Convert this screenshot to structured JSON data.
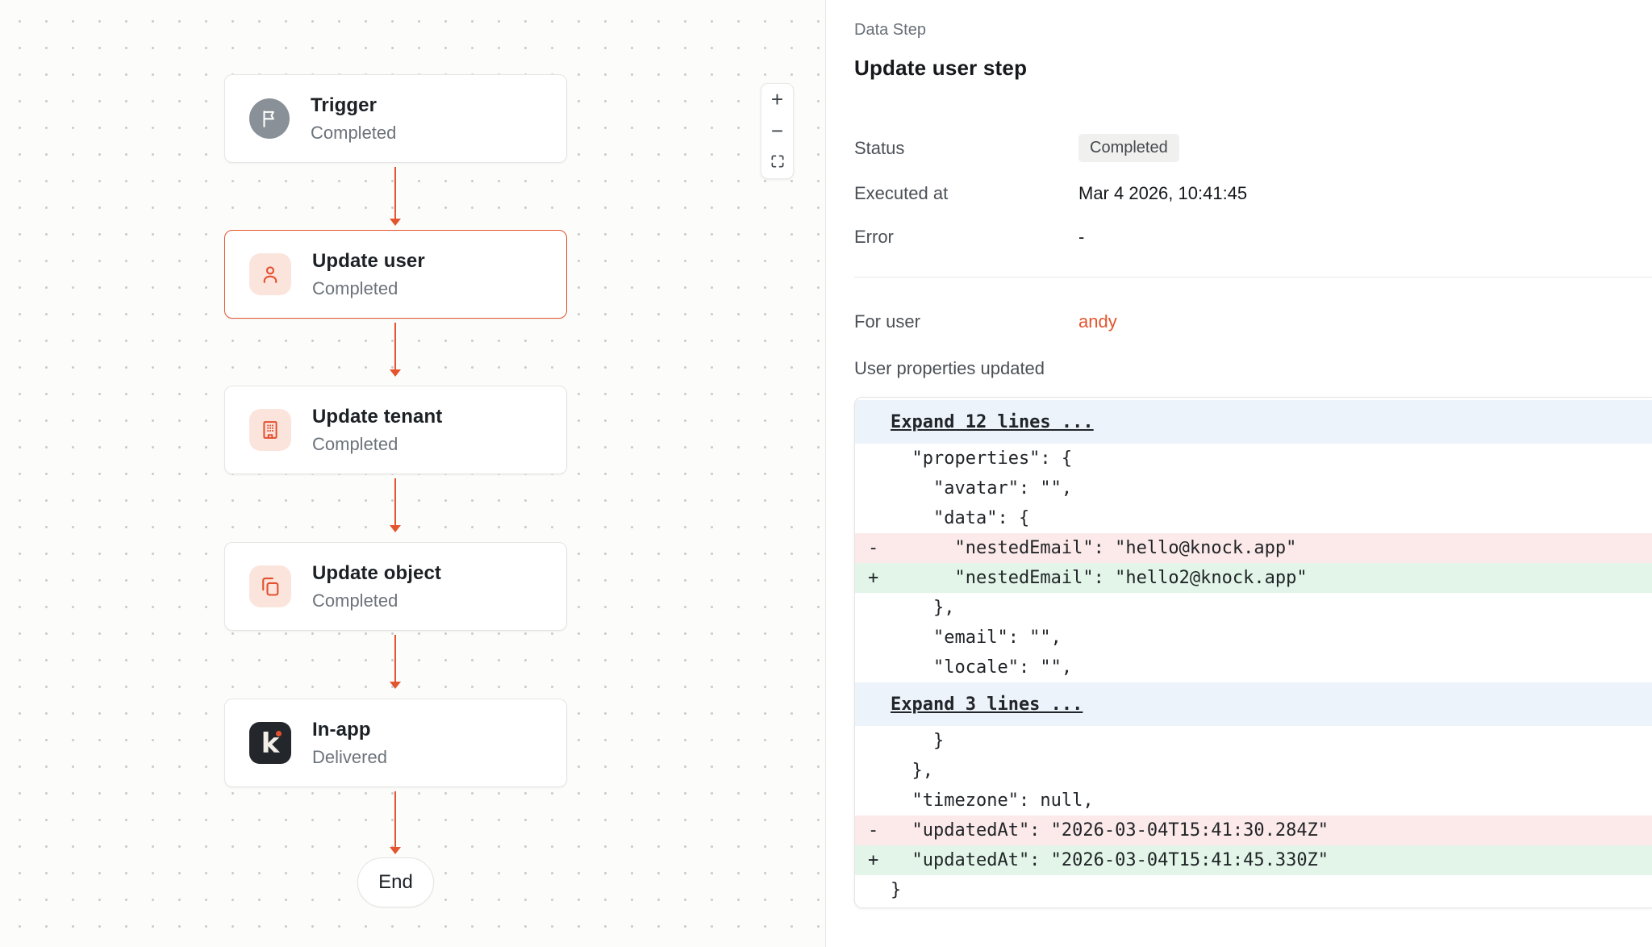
{
  "accent_color": "#E4552F",
  "canvas": {
    "nodes": [
      {
        "id": "trigger",
        "title": "Trigger",
        "subtitle": "Completed",
        "icon": "flag-icon"
      },
      {
        "id": "update-user",
        "title": "Update user",
        "subtitle": "Completed",
        "icon": "user-icon"
      },
      {
        "id": "update-tenant",
        "title": "Update tenant",
        "subtitle": "Completed",
        "icon": "building-icon"
      },
      {
        "id": "update-object",
        "title": "Update object",
        "subtitle": "Completed",
        "icon": "copy-icon"
      },
      {
        "id": "in-app",
        "title": "In-app",
        "subtitle": "Delivered",
        "icon": "knock-logo",
        "logo_letter": "k"
      }
    ],
    "end_label": "End",
    "zoom_controls": {
      "zoom_in": "+",
      "zoom_out": "−",
      "fit_view": "fit-view-icon"
    }
  },
  "panel": {
    "eyebrow": "Data Step",
    "title": "Update user step",
    "fields": {
      "status_label": "Status",
      "status_value": "Completed",
      "executed_label": "Executed at",
      "executed_value": "Mar 4 2026, 10:41:45",
      "error_label": "Error",
      "error_value": "-"
    },
    "for_user_label": "For user",
    "for_user_value": "andy",
    "diff_title": "User properties updated",
    "diff": {
      "lines": [
        {
          "marker": "",
          "text": "Expand 12 lines ..."
        },
        {
          "marker": "",
          "text": "  \"properties\": {"
        },
        {
          "marker": "",
          "text": "    \"avatar\": \"\","
        },
        {
          "marker": "",
          "text": "    \"data\": {"
        },
        {
          "marker": "-",
          "text": "      \"nestedEmail\": \"hello@knock.app\""
        },
        {
          "marker": "+",
          "text": "      \"nestedEmail\": \"hello2@knock.app\""
        },
        {
          "marker": "",
          "text": "    },"
        },
        {
          "marker": "",
          "text": "    \"email\": \"\","
        },
        {
          "marker": "",
          "text": "    \"locale\": \"\","
        },
        {
          "marker": "",
          "text": "Expand 3 lines ..."
        },
        {
          "marker": "",
          "text": "    }"
        },
        {
          "marker": "",
          "text": "  },"
        },
        {
          "marker": "",
          "text": "  \"timezone\": null,"
        },
        {
          "marker": "-",
          "text": "  \"updatedAt\": \"2026-03-04T15:41:30.284Z\""
        },
        {
          "marker": "+",
          "text": "  \"updatedAt\": \"2026-03-04T15:41:45.330Z\""
        },
        {
          "marker": "",
          "text": "}"
        }
      ]
    }
  }
}
